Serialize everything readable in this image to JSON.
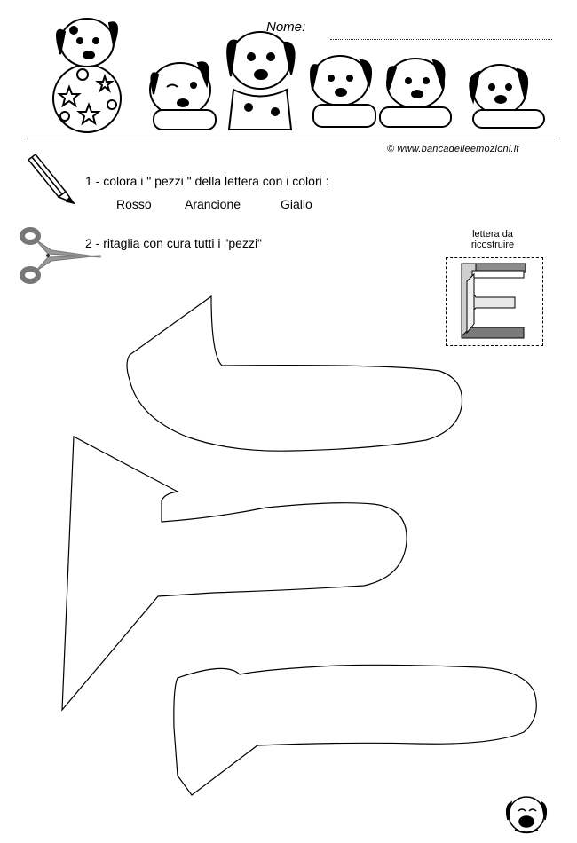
{
  "header": {
    "name_label": "Nome:",
    "copyright": "© www.bancadelleemozioni.it"
  },
  "instructions": {
    "step1": "1 - colora i \" pezzi \" della lettera con i colori :",
    "colors": [
      "Rosso",
      "Arancione",
      "Giallo"
    ],
    "step2": "2 - ritaglia con cura tutti i \"pezzi\""
  },
  "reference": {
    "caption_line1": "lettera da",
    "caption_line2": "ricostruire",
    "letter": "E",
    "piece_colors": [
      "#8c8c8c",
      "#cfcfcf",
      "#7a7a7a"
    ]
  },
  "icons": [
    "pencil-icon",
    "scissors-icon",
    "dalmatian-puppies-illustration",
    "ball-with-stars-icon",
    "puppy-face-icon"
  ]
}
